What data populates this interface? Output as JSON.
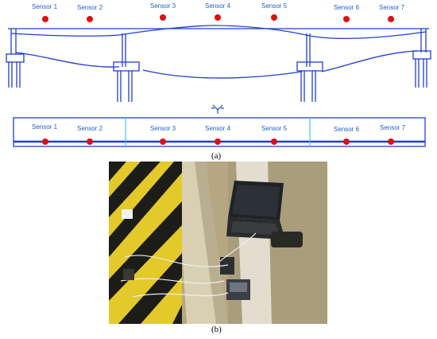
{
  "figure": {
    "sensors": [
      "Sensor 1",
      "Sensor 2",
      "Sensor 3",
      "Sensor 4",
      "Sensor 5",
      "Sensor 6",
      "Sensor 7"
    ],
    "caption_a": "(a)",
    "caption_b": "(b)"
  },
  "colors": {
    "bridge_line": "#1f3fd1",
    "sensor_dot": "#e01010",
    "expansion_joint": "#3fc7e0",
    "label_text": "#1f5fbf"
  }
}
